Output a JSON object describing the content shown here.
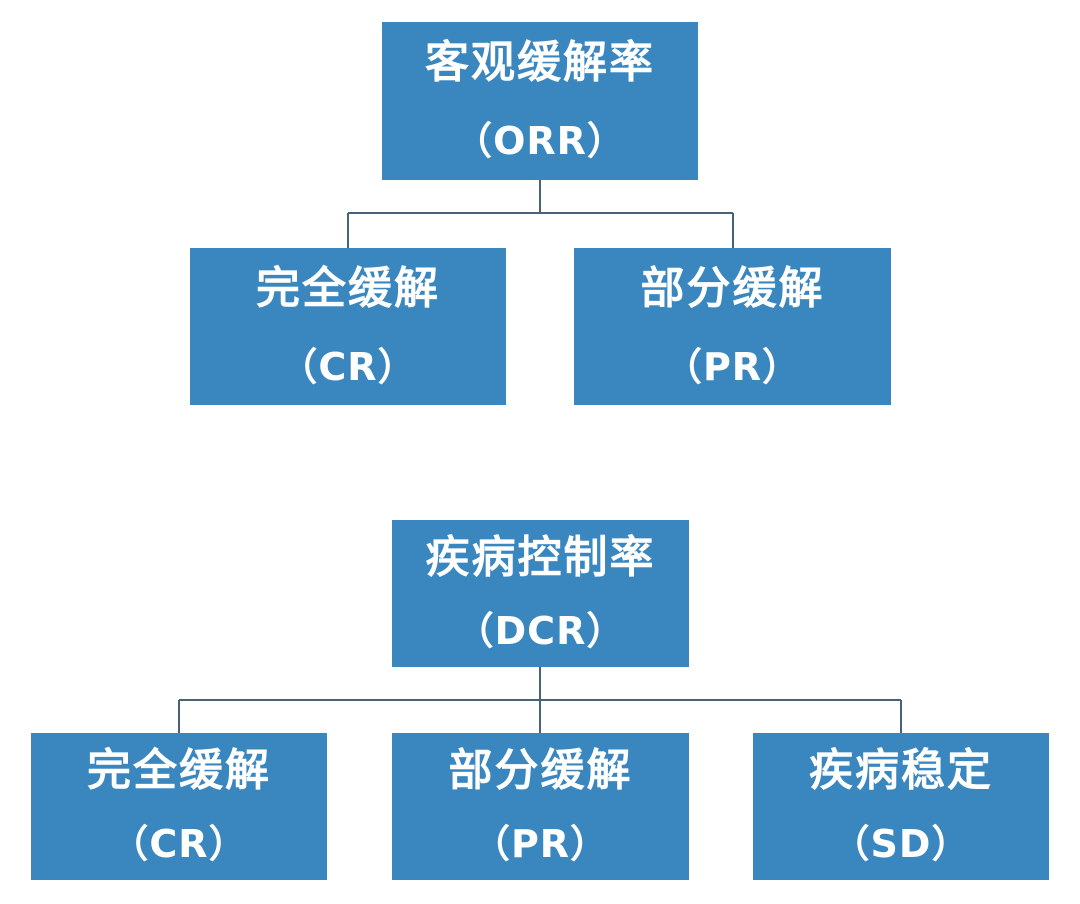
{
  "diagrams": [
    {
      "root": {
        "title": "客观缓解率",
        "abbr": "（ORR）"
      },
      "children": [
        {
          "title": "完全缓解",
          "abbr": "（CR）"
        },
        {
          "title": "部分缓解",
          "abbr": "（PR）"
        }
      ]
    },
    {
      "root": {
        "title": "疾病控制率",
        "abbr": "（DCR）"
      },
      "children": [
        {
          "title": "完全缓解",
          "abbr": "（CR）"
        },
        {
          "title": "部分缓解",
          "abbr": "（PR）"
        },
        {
          "title": "疾病稳定",
          "abbr": "（SD）"
        }
      ]
    }
  ],
  "colors": {
    "box_fill": "#3a87c0",
    "box_text": "#ffffff",
    "connector": "#4a6278"
  }
}
